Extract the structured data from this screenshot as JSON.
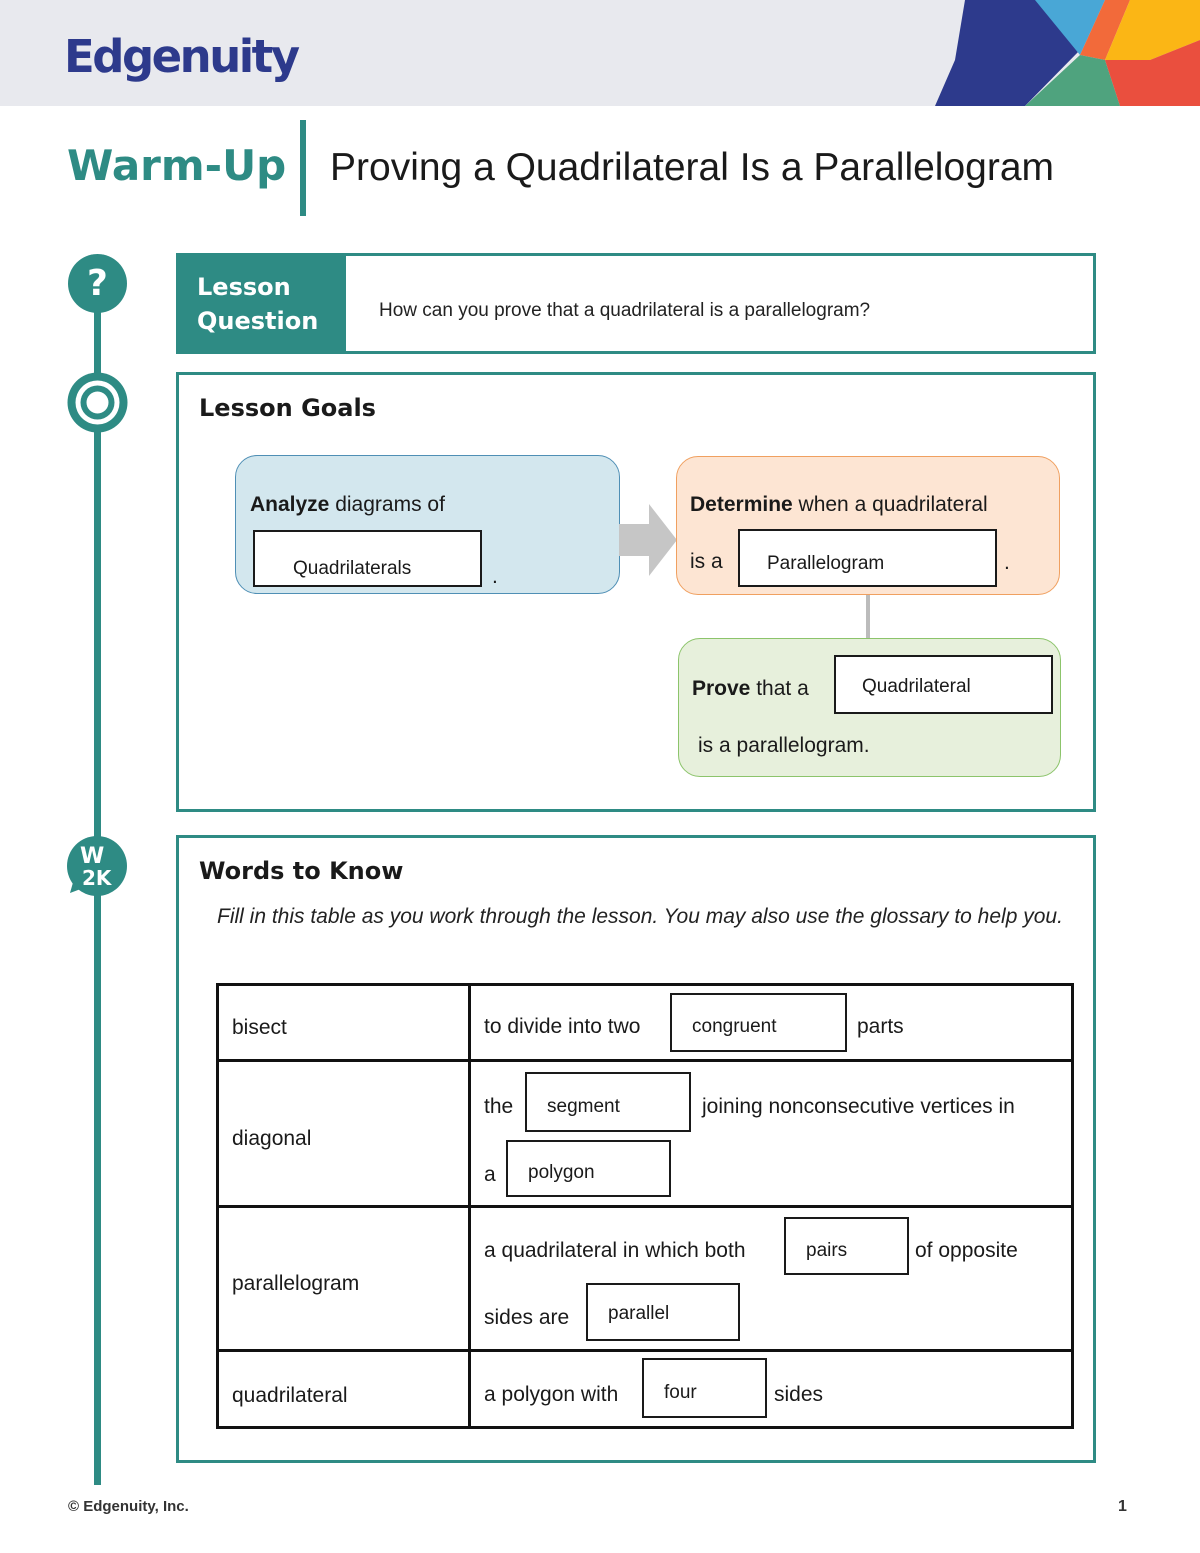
{
  "brand": {
    "name": "Edgenuity"
  },
  "header": {
    "kind": "Warm-Up",
    "lesson_title": "Proving a Quadrilateral Is a Parallelogram"
  },
  "icons": {
    "question": "question-mark-icon",
    "goals": "target-icon",
    "words": "w2k-icon"
  },
  "lesson_question": {
    "label_line1": "Lesson",
    "label_line2": "Question",
    "text": "How can you prove that a quadrilateral is a parallelogram?"
  },
  "goals": {
    "heading": "Lesson Goals",
    "goal1": {
      "verb": "Analyze",
      "rest": " diagrams of",
      "answer": "Quadrilaterals",
      "end": "."
    },
    "goal2": {
      "verb": "Determine",
      "rest": " when a quadrilateral",
      "line2": "is a",
      "answer": "Parallelogram",
      "end": "."
    },
    "goal3": {
      "verb": "Prove",
      "rest": " that a",
      "answer": "Quadrilateral",
      "line2": "is a parallelogram."
    }
  },
  "words": {
    "heading": "Words to Know",
    "instructions": "Fill in this table as you work through the lesson. You may also use the glossary to help you.",
    "rows": [
      {
        "term": "bisect",
        "p1": "to divide into two",
        "a1": "congruent",
        "p2": "parts"
      },
      {
        "term": "diagonal",
        "p1": "the",
        "a1": "segment",
        "p2": "joining nonconsecutive vertices in",
        "p3": "a",
        "a2": "polygon"
      },
      {
        "term": "parallelogram",
        "p1": "a quadrilateral in which both",
        "a1": "pairs",
        "p2": "of opposite",
        "p3": "sides are",
        "a2": "parallel"
      },
      {
        "term": "quadrilateral",
        "p1": "a polygon with",
        "a1": "four",
        "p2": "sides"
      }
    ]
  },
  "footer": {
    "copyright": "© Edgenuity, Inc.",
    "page": "1"
  },
  "colors": {
    "teal": "#2e8b84",
    "navy": "#2d3a8c",
    "header_bg": "#e8e9ee"
  }
}
